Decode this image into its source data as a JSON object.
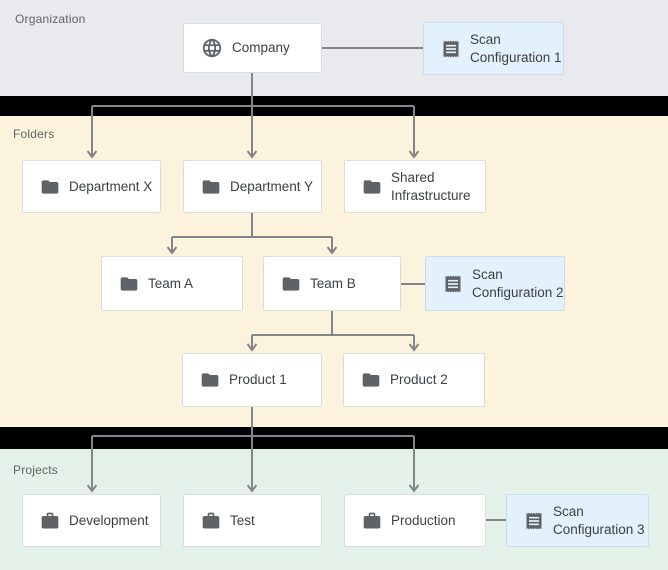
{
  "diagram_type": "resource-hierarchy",
  "sections": {
    "organization": {
      "label": "Organization"
    },
    "folders": {
      "label": "Folders"
    },
    "projects": {
      "label": "Projects"
    }
  },
  "nodes": {
    "company": {
      "label": "Company",
      "icon": "globe-icon"
    },
    "department_x": {
      "label": "Department X",
      "icon": "folder-icon"
    },
    "department_y": {
      "label": "Department Y",
      "icon": "folder-icon"
    },
    "shared_infrastructure": {
      "lines": [
        "Shared",
        "Infrastructure"
      ],
      "icon": "folder-icon"
    },
    "team_a": {
      "label": "Team A",
      "icon": "folder-icon"
    },
    "team_b": {
      "label": "Team B",
      "icon": "folder-icon"
    },
    "product_1": {
      "label": "Product 1",
      "icon": "folder-icon"
    },
    "product_2": {
      "label": "Product 2",
      "icon": "folder-icon"
    },
    "development": {
      "label": "Development",
      "icon": "briefcase-icon"
    },
    "test": {
      "label": "Test",
      "icon": "briefcase-icon"
    },
    "production": {
      "label": "Production",
      "icon": "briefcase-icon"
    },
    "scan_config_1": {
      "lines": [
        "Scan",
        "Configuration 1"
      ],
      "icon": "receipt-icon"
    },
    "scan_config_2": {
      "lines": [
        "Scan",
        "Configuration 2"
      ],
      "icon": "receipt-icon"
    },
    "scan_config_3": {
      "lines": [
        "Scan",
        "Configuration 3"
      ],
      "icon": "receipt-icon"
    }
  },
  "hierarchy": {
    "company": [
      "department_x",
      "department_y",
      "shared_infrastructure"
    ],
    "department_y": [
      "team_a",
      "team_b"
    ],
    "team_b": [
      "product_1",
      "product_2"
    ],
    "product_1": [
      "development",
      "test",
      "production"
    ]
  },
  "scan_attachments": {
    "company": "scan_config_1",
    "team_b": "scan_config_2",
    "production": "scan_config_3"
  },
  "colors": {
    "organization_bg": "#E8EAED",
    "folders_bg": "#FBF3DB",
    "projects_bg": "#E3F1E8",
    "divider": "#000000",
    "node_bg": "#FFFFFF",
    "node_border": "#DADCE0",
    "scan_config_bg": "#E2F1FB",
    "scan_config_border": "#C7DDEF",
    "connector": "#80868B",
    "icon": "#5F6368",
    "node_text": "#3C4043",
    "section_label_text": "#5F6368"
  }
}
